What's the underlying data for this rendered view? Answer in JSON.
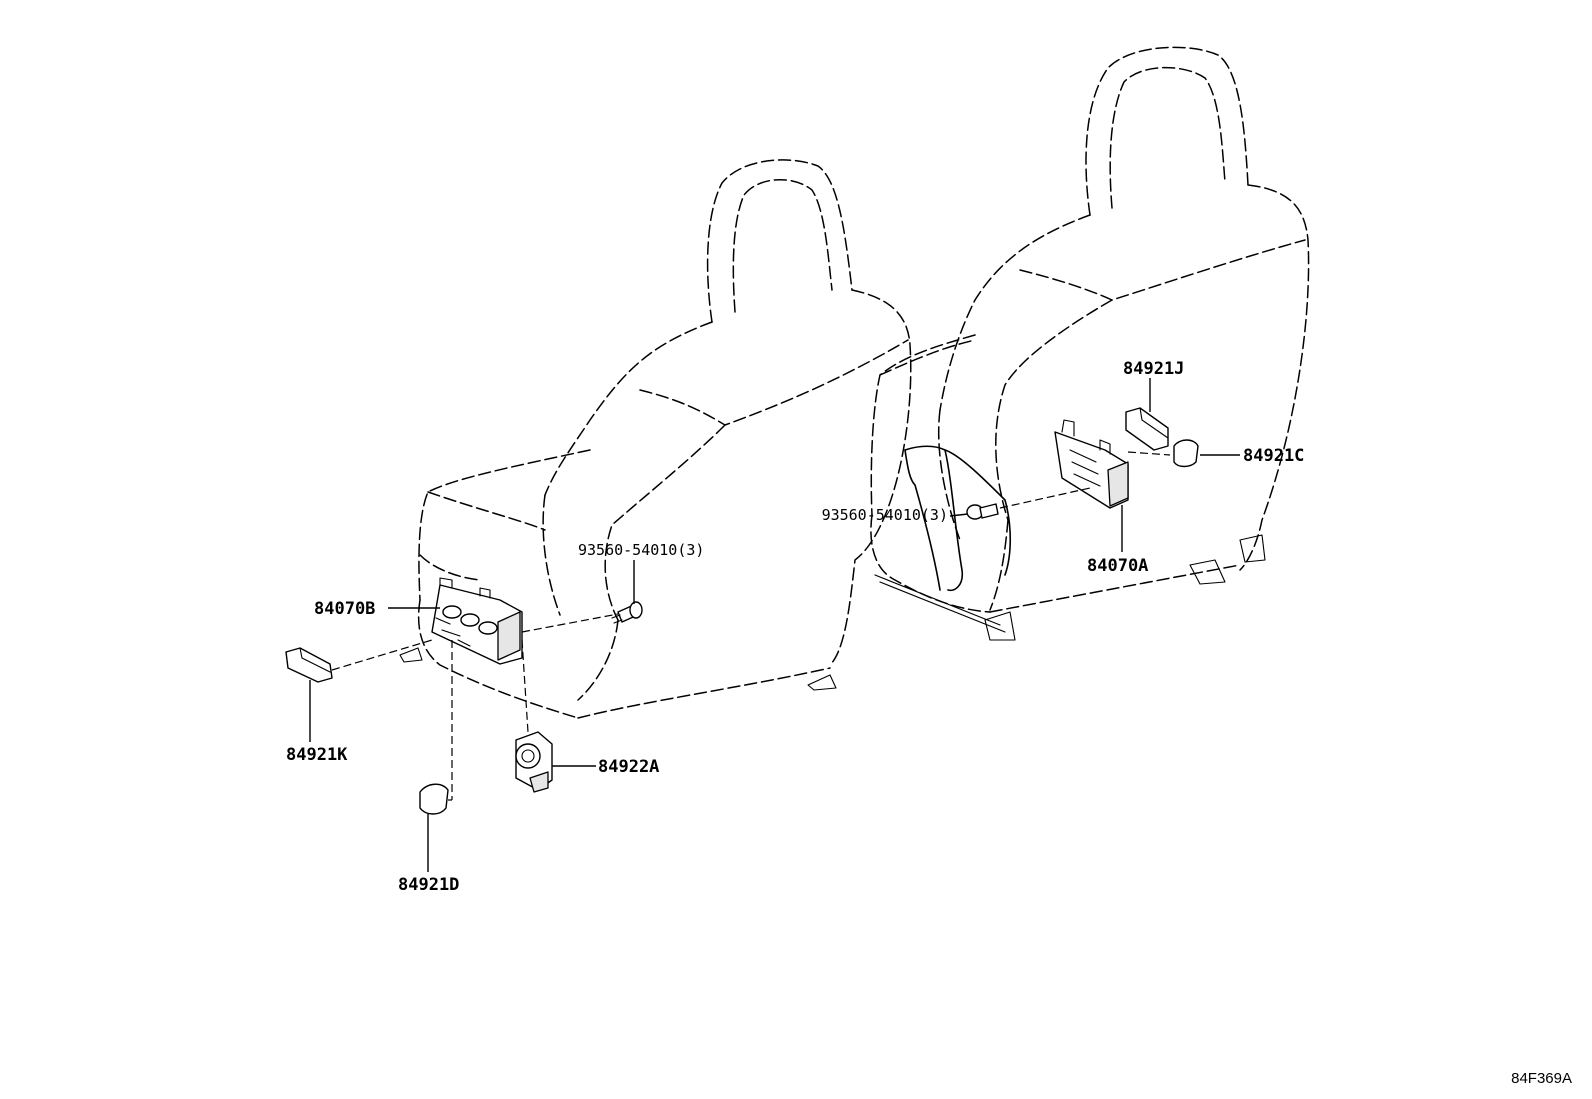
{
  "callouts": {
    "p84921J": "84921J",
    "p84921C": "84921C",
    "bolt_right": "93560-54010(3)",
    "p84070A": "84070A",
    "bolt_left": "93560-54010(3)",
    "p84070B": "84070B",
    "p84921K": "84921K",
    "p84922A": "84922A",
    "p84921D": "84921D"
  },
  "figure_id": "84F369A"
}
